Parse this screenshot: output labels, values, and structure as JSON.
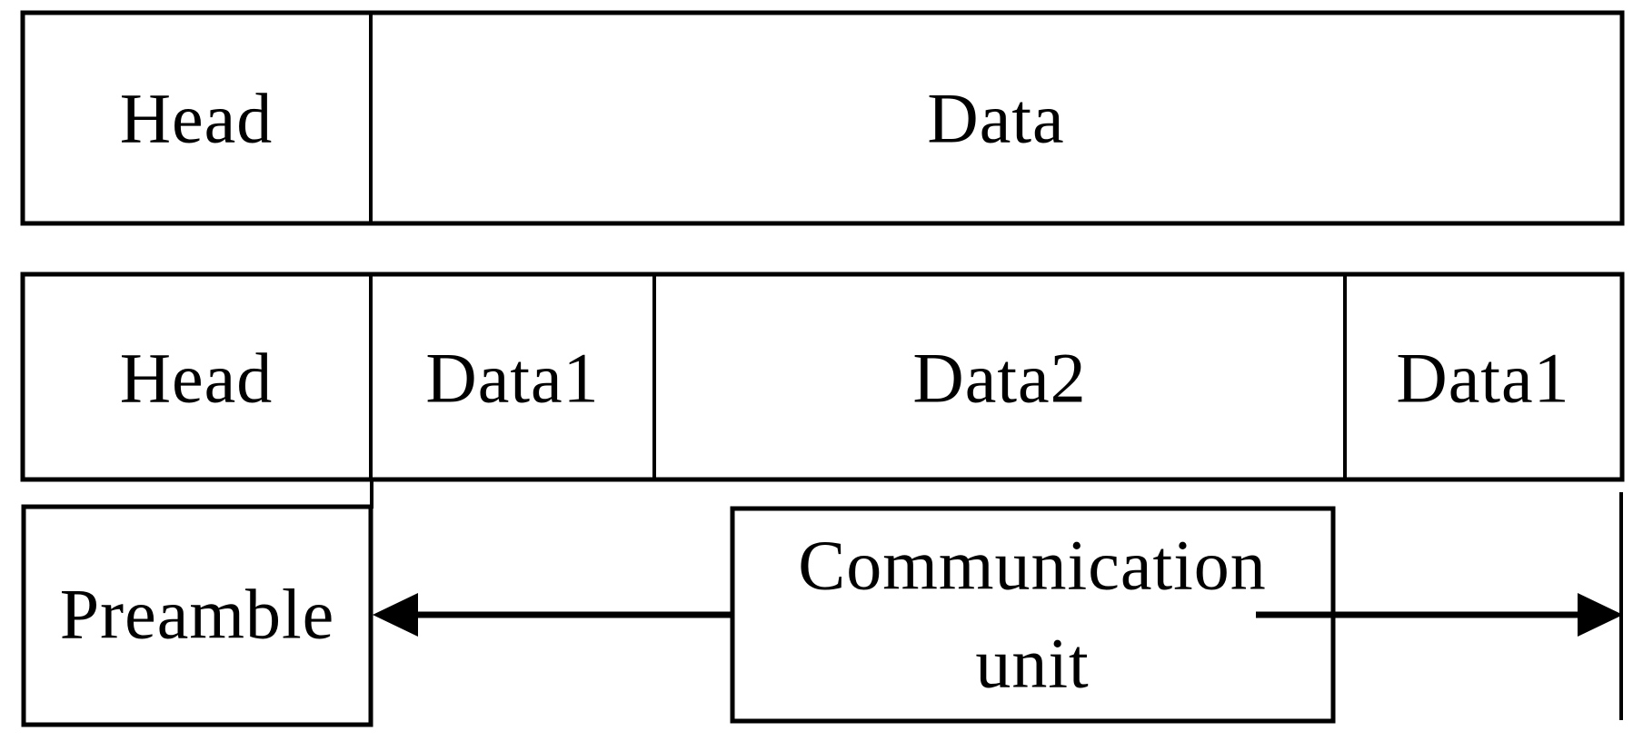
{
  "colors": {
    "background": "#ffffff",
    "line": "#000000",
    "text": "#000000"
  },
  "frame_row1": {
    "head_label": "Head",
    "data_label": "Data"
  },
  "frame_row2": {
    "head_label": "Head",
    "data1_left_label": "Data1",
    "data2_label": "Data2",
    "data1_right_label": "Data1"
  },
  "bottom_section": {
    "preamble_label": "Preamble",
    "communication_unit_line1": "Communication",
    "communication_unit_line2": "unit"
  }
}
